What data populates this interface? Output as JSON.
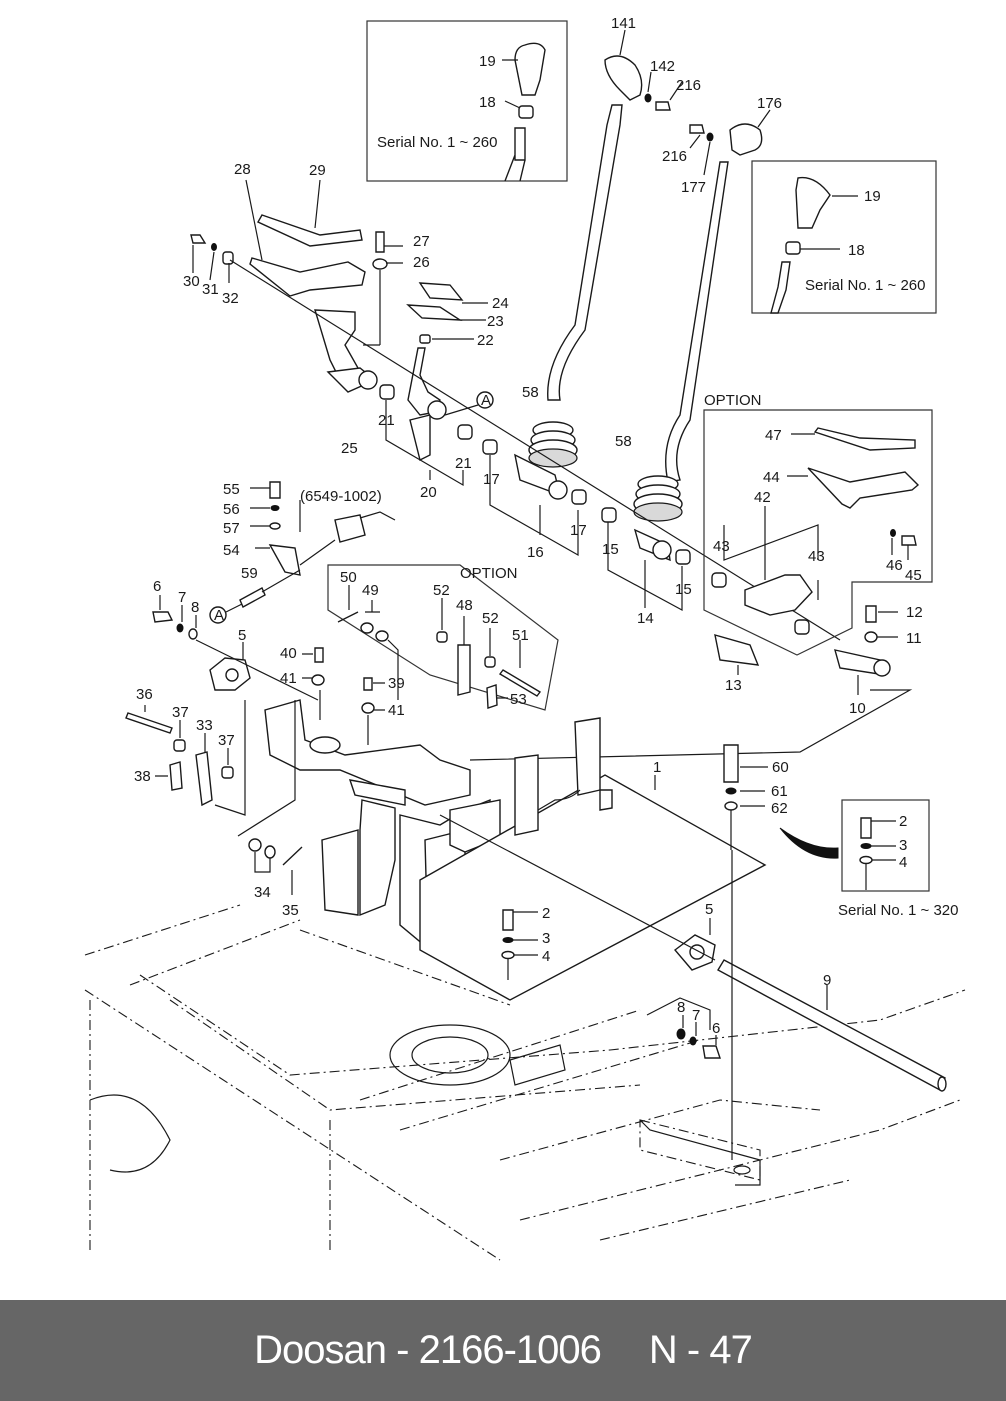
{
  "diagram": {
    "title": "Control lever / pedal assembly exploded view",
    "insets": {
      "serial_260_a": "Serial No. 1 ~ 260",
      "serial_260_b": "Serial No. 1 ~ 260",
      "serial_320": "Serial No. 1 ~ 320",
      "option_1": "OPTION",
      "option_2": "OPTION",
      "switch_ref": "(6549-1002)",
      "ref_mark": "A"
    },
    "callouts": [
      {
        "id": "c141",
        "label": "141"
      },
      {
        "id": "c142",
        "label": "142"
      },
      {
        "id": "c216a",
        "label": "216"
      },
      {
        "id": "c216b",
        "label": "216"
      },
      {
        "id": "c177",
        "label": "177"
      },
      {
        "id": "c176",
        "label": "176"
      },
      {
        "id": "c19a",
        "label": "19"
      },
      {
        "id": "c18a",
        "label": "18"
      },
      {
        "id": "c19b",
        "label": "19"
      },
      {
        "id": "c18b",
        "label": "18"
      },
      {
        "id": "c28",
        "label": "28"
      },
      {
        "id": "c29",
        "label": "29"
      },
      {
        "id": "c27",
        "label": "27"
      },
      {
        "id": "c26",
        "label": "26"
      },
      {
        "id": "c30",
        "label": "30"
      },
      {
        "id": "c31",
        "label": "31"
      },
      {
        "id": "c32",
        "label": "32"
      },
      {
        "id": "c24",
        "label": "24"
      },
      {
        "id": "c23",
        "label": "23"
      },
      {
        "id": "c22",
        "label": "22"
      },
      {
        "id": "c25",
        "label": "25"
      },
      {
        "id": "c21a",
        "label": "21"
      },
      {
        "id": "c21b",
        "label": "21"
      },
      {
        "id": "c20",
        "label": "20"
      },
      {
        "id": "c58a",
        "label": "58"
      },
      {
        "id": "c58b",
        "label": "58"
      },
      {
        "id": "c17a",
        "label": "17"
      },
      {
        "id": "c17b",
        "label": "17"
      },
      {
        "id": "c16",
        "label": "16"
      },
      {
        "id": "c15a",
        "label": "15"
      },
      {
        "id": "c15b",
        "label": "15"
      },
      {
        "id": "c14",
        "label": "14"
      },
      {
        "id": "c47",
        "label": "47"
      },
      {
        "id": "c44",
        "label": "44"
      },
      {
        "id": "c42",
        "label": "42"
      },
      {
        "id": "c43a",
        "label": "43"
      },
      {
        "id": "c43b",
        "label": "43"
      },
      {
        "id": "c46",
        "label": "46"
      },
      {
        "id": "c45",
        "label": "45"
      },
      {
        "id": "c12",
        "label": "12"
      },
      {
        "id": "c11",
        "label": "11"
      },
      {
        "id": "c13",
        "label": "13"
      },
      {
        "id": "c10",
        "label": "10"
      },
      {
        "id": "c55",
        "label": "55"
      },
      {
        "id": "c56",
        "label": "56"
      },
      {
        "id": "c57",
        "label": "57"
      },
      {
        "id": "c54",
        "label": "54"
      },
      {
        "id": "c59",
        "label": "59"
      },
      {
        "id": "c6a",
        "label": "6"
      },
      {
        "id": "c7a",
        "label": "7"
      },
      {
        "id": "c8a",
        "label": "8"
      },
      {
        "id": "c5a",
        "label": "5"
      },
      {
        "id": "c40",
        "label": "40"
      },
      {
        "id": "c41a",
        "label": "41"
      },
      {
        "id": "c39",
        "label": "39"
      },
      {
        "id": "c41b",
        "label": "41"
      },
      {
        "id": "c50",
        "label": "50"
      },
      {
        "id": "c49",
        "label": "49"
      },
      {
        "id": "c52a",
        "label": "52"
      },
      {
        "id": "c48",
        "label": "48"
      },
      {
        "id": "c52b",
        "label": "52"
      },
      {
        "id": "c51",
        "label": "51"
      },
      {
        "id": "c53",
        "label": "53"
      },
      {
        "id": "c36",
        "label": "36"
      },
      {
        "id": "c37a",
        "label": "37"
      },
      {
        "id": "c33",
        "label": "33"
      },
      {
        "id": "c37b",
        "label": "37"
      },
      {
        "id": "c38",
        "label": "38"
      },
      {
        "id": "c34",
        "label": "34"
      },
      {
        "id": "c35",
        "label": "35"
      },
      {
        "id": "c1",
        "label": "1"
      },
      {
        "id": "c60",
        "label": "60"
      },
      {
        "id": "c61",
        "label": "61"
      },
      {
        "id": "c62",
        "label": "62"
      },
      {
        "id": "c2a",
        "label": "2"
      },
      {
        "id": "c3a",
        "label": "3"
      },
      {
        "id": "c4a",
        "label": "4"
      },
      {
        "id": "c2b",
        "label": "2"
      },
      {
        "id": "c3b",
        "label": "3"
      },
      {
        "id": "c4b",
        "label": "4"
      },
      {
        "id": "c5b",
        "label": "5"
      },
      {
        "id": "c9",
        "label": "9"
      },
      {
        "id": "c8b",
        "label": "8"
      },
      {
        "id": "c7b",
        "label": "7"
      },
      {
        "id": "c6b",
        "label": "6"
      }
    ]
  },
  "footer": {
    "brand": "Doosan",
    "separator": "-",
    "part_number": "2166-1006",
    "page_prefix": "N",
    "page_number": "47"
  },
  "colors": {
    "footer_bg": "#666666",
    "footer_text": "#ffffff",
    "line": "#1a1a1a"
  }
}
